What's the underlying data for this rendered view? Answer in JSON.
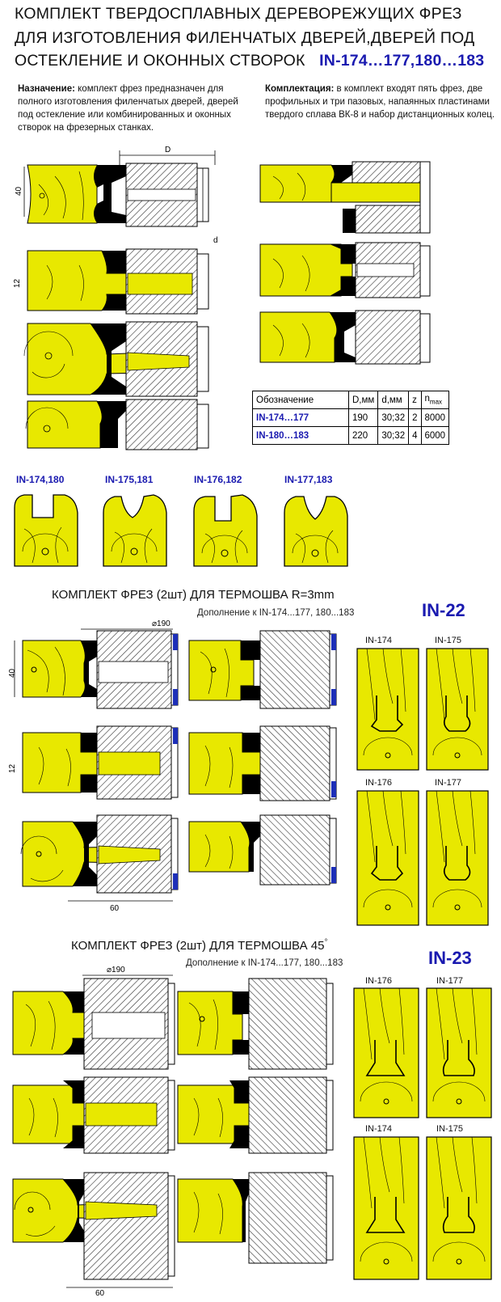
{
  "header": {
    "line1": "КОМПЛЕКТ ТВЕРДОСПЛАВНЫХ ДЕРЕВОРЕЖУЩИХ ФРЕЗ",
    "line2": "ДЛЯ ИЗГОТОВЛЕНИЯ ФИЛЕНЧАТЫХ ДВЕРЕЙ,ДВЕРЕЙ ПОД",
    "line3": "ОСТЕКЛЕНИЕ   И ОКОННЫХ   СТВОРОК",
    "code": "IN-174…177,180…183"
  },
  "purpose": {
    "label": "Назначение:",
    "text": " комплект фрез предназначен для полного изготовления филенчатых дверей, дверей под остекление или комбинированных и оконных створок на фрезерных станках."
  },
  "contents": {
    "label": "Комплектация:",
    "text": " в комплект входят пять фрез, две профильных и три пазовых, напаянных пластинами твердого сплава ВК-8  и набор дистанционных колец."
  },
  "dims": {
    "D": "D",
    "d": "d",
    "h40": "40",
    "h12": "12",
    "dia190": "⌀190",
    "w60": "60"
  },
  "table": {
    "headers": [
      "Обозначение",
      "D,мм",
      "d,мм",
      "z",
      "n"
    ],
    "header_sub": "max",
    "rows": [
      [
        "IN-174…177",
        "190",
        "30;32",
        "2",
        "8000"
      ],
      [
        "IN-180…183",
        "220",
        "30;32",
        "4",
        "6000"
      ]
    ]
  },
  "profiles": [
    "IN-174,180",
    "IN-175,181",
    "IN-176,182",
    "IN-177,183"
  ],
  "section22": {
    "title": "КОМПЛЕКТ ФРЕЗ (2шт) ДЛЯ ТЕРМОШВА R=3mm",
    "subtitle": "Дополнение к IN-174...177, 180...183",
    "code": "IN-22",
    "panels": [
      "IN-174",
      "IN-175",
      "IN-176",
      "IN-177"
    ]
  },
  "section23": {
    "title": "КОМПЛЕКТ ФРЕЗ (2шт) ДЛЯ ТЕРМОШВА 45",
    "degree": "°",
    "subtitle": "Дополнение к IN-174...177, 180...183",
    "code": "IN-23",
    "panels": [
      "IN-176",
      "IN-177",
      "IN-174",
      "IN-175"
    ]
  },
  "colors": {
    "wood": "#e8e800",
    "steel_hatch": "#444444",
    "accent_blue": "#1a1ab0",
    "carbide": "#000000",
    "ring_blue": "#1d2fb8"
  }
}
